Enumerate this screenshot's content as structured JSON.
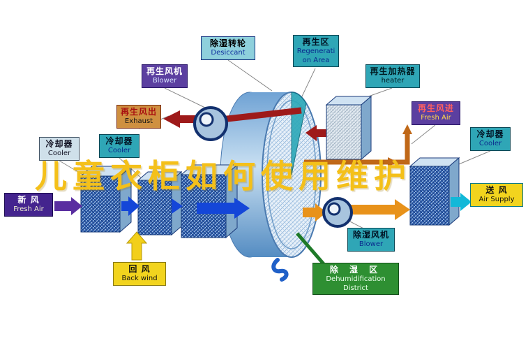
{
  "watermark": {
    "text": "儿童衣柜如何使用维护"
  },
  "labels": {
    "desiccant": {
      "zh": "除湿转轮",
      "en": "Desiccant"
    },
    "regeneration": {
      "zh": "再生区",
      "en_line1": "Regenerati",
      "en_line2": "on Area"
    },
    "regen_blower": {
      "zh": "再生风机",
      "en": "Blower"
    },
    "heater": {
      "zh": "再生加热器",
      "en": "heater"
    },
    "exhaust": {
      "zh": "再生风出",
      "en": "Exhaust"
    },
    "regen_fresh_air": {
      "zh": "再生风进",
      "en": "Fresh Air"
    },
    "cooler_left_outer": {
      "zh": "冷却器",
      "en": "Cooler"
    },
    "cooler_left_inner": {
      "zh": "冷却器",
      "en": "Cooler"
    },
    "cooler_right": {
      "zh": "冷却器",
      "en": "Cooler"
    },
    "fresh_air_in": {
      "zh": "新  风",
      "en": "Fresh Air"
    },
    "air_supply": {
      "zh": "送  风",
      "en": "Air Supply"
    },
    "back_wind": {
      "zh": "回  风",
      "en": "Back wind"
    },
    "dehumid_blower": {
      "zh": "除湿风机",
      "en": "Blower"
    },
    "dehumid_district": {
      "zh": "除 湿 区",
      "en_line1": "Dehumidification",
      "en_line2": "District"
    }
  },
  "colors": {
    "process_air_arrow": "#1446d8",
    "regeneration_exhaust_arrow": "#9e1a1a",
    "supply_arrow": "#e8921a",
    "back_wind_arrow": "#f2cf1a",
    "fresh_air_arrow": "#5a2ea0",
    "air_supply_arrow": "#12b8d8",
    "watermark_text": "#f4c01a",
    "rotor_body": "#7fb0dc",
    "district_green": "#2e8f32"
  }
}
